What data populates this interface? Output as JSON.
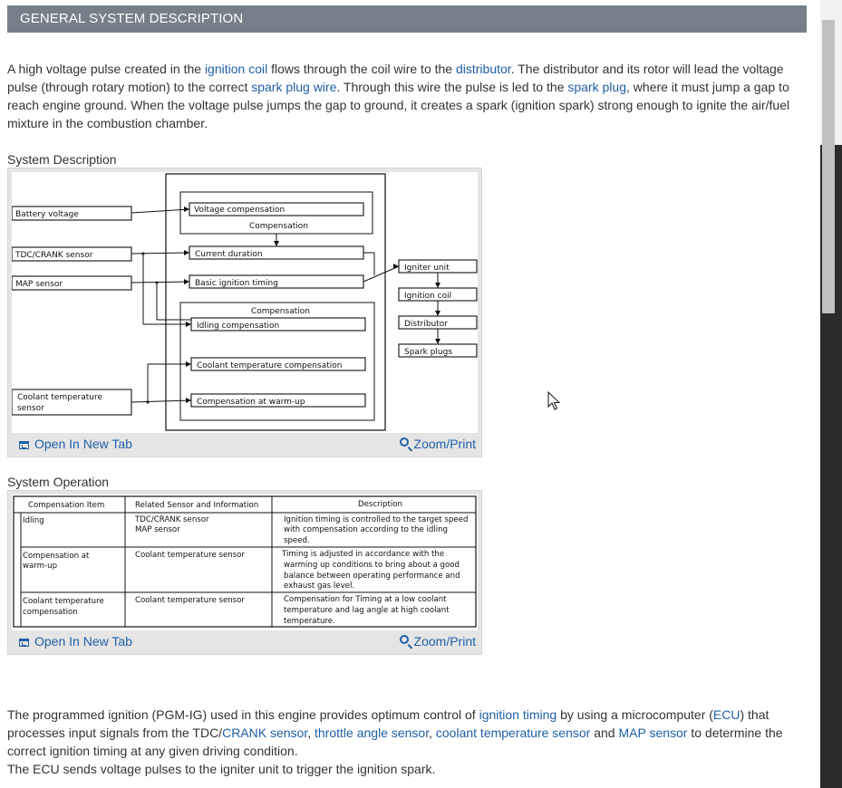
{
  "header": {
    "title": "GENERAL SYSTEM DESCRIPTION"
  },
  "intro": {
    "t1": "A high voltage pulse created in the ",
    "l1": "ignition coil",
    "t2": " flows through the coil wire to the ",
    "l2": "distributor",
    "t3": ". The distributor and its rotor will lead the voltage pulse (through rotary motion) to the correct ",
    "l3": "spark plug wire",
    "t4": ". Through this wire the pulse is led to the ",
    "l4": "spark plug",
    "t5": ", where it must jump a gap to reach engine ground. When the voltage pulse jumps the gap to ground, it creates a spark (ignition spark) strong enough to ignite the air/fuel mixture in the combustion chamber."
  },
  "figure1": {
    "caption": "System Description",
    "open_label": "Open In New Tab",
    "zoom_label": "Zoom/Print",
    "inputs": {
      "battery": "Battery voltage",
      "tdc": "TDC/CRANK sensor",
      "map": "MAP sensor",
      "coolant1": "Coolant temperature",
      "coolant2": "sensor"
    },
    "blocks": {
      "voltage_comp": "Voltage compensation",
      "compensation_a": "Compensation",
      "current_duration": "Current duration",
      "basic_timing": "Basic ignition timing",
      "compensation_b": "Compensation",
      "idling_comp": "Idling compensation",
      "coolant_comp": "Coolant temperature compensation",
      "warmup_comp": "Compensation at warm-up"
    },
    "outputs": {
      "igniter": "Igniter unit",
      "coil": "Ignition coil",
      "distributor": "Distributor",
      "spark_plugs": "Spark plugs"
    }
  },
  "figure2": {
    "caption": "System Operation",
    "open_label": "Open In New Tab",
    "zoom_label": "Zoom/Print",
    "headers": [
      "Compensation Item",
      "Related Sensor and Information",
      "Description"
    ],
    "rows": [
      {
        "item": [
          "Idling"
        ],
        "sensor": [
          "TDC/CRANK sensor",
          "MAP sensor"
        ],
        "desc": [
          "Ignition timing is controlled to the target speed",
          "with compensation according to the idling",
          "speed."
        ]
      },
      {
        "item": [
          "Compensation at",
          "warm-up"
        ],
        "sensor": [
          "Coolant temperature sensor"
        ],
        "desc": [
          "Timing is adjusted in accordance with the",
          "warming up conditions to bring about a good",
          "balance between operating performance and",
          "exhaust gas level."
        ]
      },
      {
        "item": [
          "Coolant temperature",
          "compensation"
        ],
        "sensor": [
          "Coolant temperature sensor"
        ],
        "desc": [
          "Compensation for Timing at a low coolant",
          "temperature and lag angle at high coolant",
          "temperature."
        ]
      }
    ]
  },
  "outro": {
    "t1": "The programmed ignition (PGM-IG) used in this engine provides optimum control of ",
    "l1": "ignition timing",
    "t2": " by using a microcomputer (",
    "l2": "ECU",
    "t3": ") that processes input signals from the TDC/",
    "l3": "CRANK sensor",
    "t4": ", ",
    "l4": "throttle angle sensor",
    "t5": ", ",
    "l5": "coolant temperature sensor",
    "t6": " and ",
    "l6": "MAP sensor",
    "t7": " to determine the correct ignition timing at any given driving condition.",
    "t8": "The ECU sends voltage pulses to the igniter unit to trigger the ignition spark."
  },
  "colors": {
    "header_bg": "#767f89",
    "link": "#1f5fa8"
  }
}
